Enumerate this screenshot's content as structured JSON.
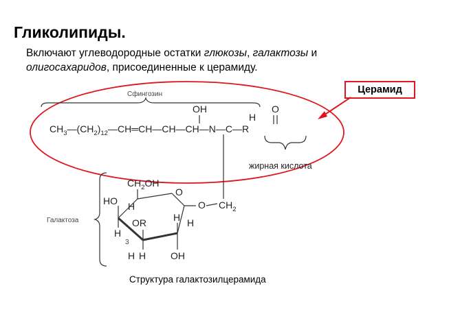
{
  "title": "Гликолипиды.",
  "intro": {
    "part1": "Включают углеводородные остатки ",
    "glucose": "глюкозы",
    "comma1": ", ",
    "galactose": "галактозы",
    "and": " и",
    "oligo": "олигосахаридов",
    "part2": ", присоединенные к церамиду."
  },
  "ceramide_label": "Церамид",
  "sphingosine_label": "Сфингозин",
  "fatty_acid_label": "жирная кислота",
  "galactose_label": "Галактоза",
  "caption": "Структура галактозилцерамида",
  "chain": {
    "ch3": "CH",
    "ch3_sub": "3",
    "ch2_open": "—(CH",
    "ch2_sub": "2",
    "ch2_close": ")",
    "n12": "12",
    "ch_eq": "—CH═CH—CH—CH—N—C—R",
    "oh": "OH",
    "h": "H",
    "o": "O"
  },
  "sugar": {
    "ch2oh": "CH",
    "ch2oh_sub": "2",
    "ch2oh_tail": "OH",
    "ho": "HO",
    "or": "OR",
    "oh": "OH",
    "h": "H",
    "ring_o": "O",
    "link_o": "O",
    "ch2_link": "CH",
    "ch2_link_sub": "2",
    "carbon3": "3"
  },
  "colors": {
    "accent": "#e0141e",
    "text": "#000000",
    "line": "#333333"
  }
}
